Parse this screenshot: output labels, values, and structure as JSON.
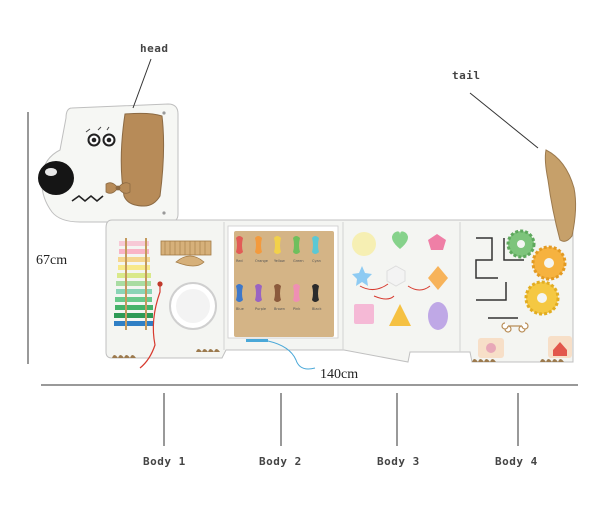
{
  "labels": {
    "head": "head",
    "tail": "tail",
    "height": "67cm",
    "width": "140cm",
    "sections": [
      "Body 1",
      "Body 2",
      "Body 3",
      "Body 4"
    ]
  },
  "panel2": {
    "top_row": [
      "Red",
      "Orange",
      "Yellow",
      "Green",
      "Cyan"
    ],
    "bottom_row": [
      "Blue",
      "Purple",
      "Brown",
      "Pink",
      "Black"
    ]
  },
  "colors": {
    "board": "#f4f5f2",
    "kraft": "#c6a06a",
    "line": "#bbbbbb"
  }
}
